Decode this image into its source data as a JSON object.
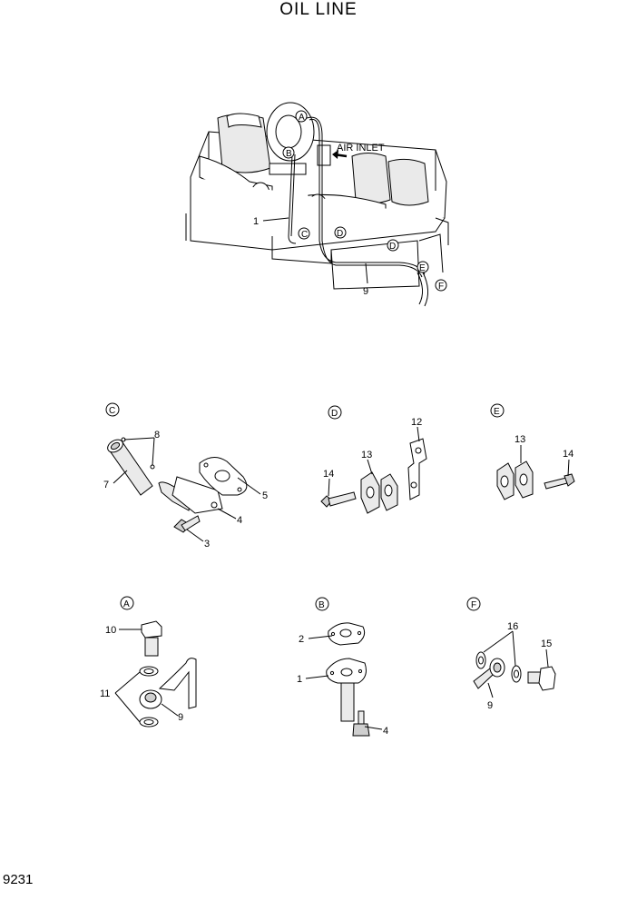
{
  "title": "OIL LINE",
  "page_number": "9231",
  "main_view": {
    "air_inlet_label": "AIR INLET",
    "callouts": [
      "A",
      "B",
      "C",
      "D",
      "D",
      "E",
      "F"
    ],
    "part_numbers": [
      "1",
      "9"
    ]
  },
  "details": {
    "C": {
      "letter": "C",
      "parts": [
        "8",
        "7",
        "5",
        "4",
        "3"
      ]
    },
    "D": {
      "letter": "D",
      "parts": [
        "12",
        "13",
        "14"
      ]
    },
    "E": {
      "letter": "E",
      "parts": [
        "13",
        "14"
      ]
    },
    "A": {
      "letter": "A",
      "parts": [
        "10",
        "11",
        "9"
      ]
    },
    "B": {
      "letter": "B",
      "parts": [
        "2",
        "1",
        "4"
      ]
    },
    "F": {
      "letter": "F",
      "parts": [
        "16",
        "15",
        "9"
      ]
    }
  }
}
